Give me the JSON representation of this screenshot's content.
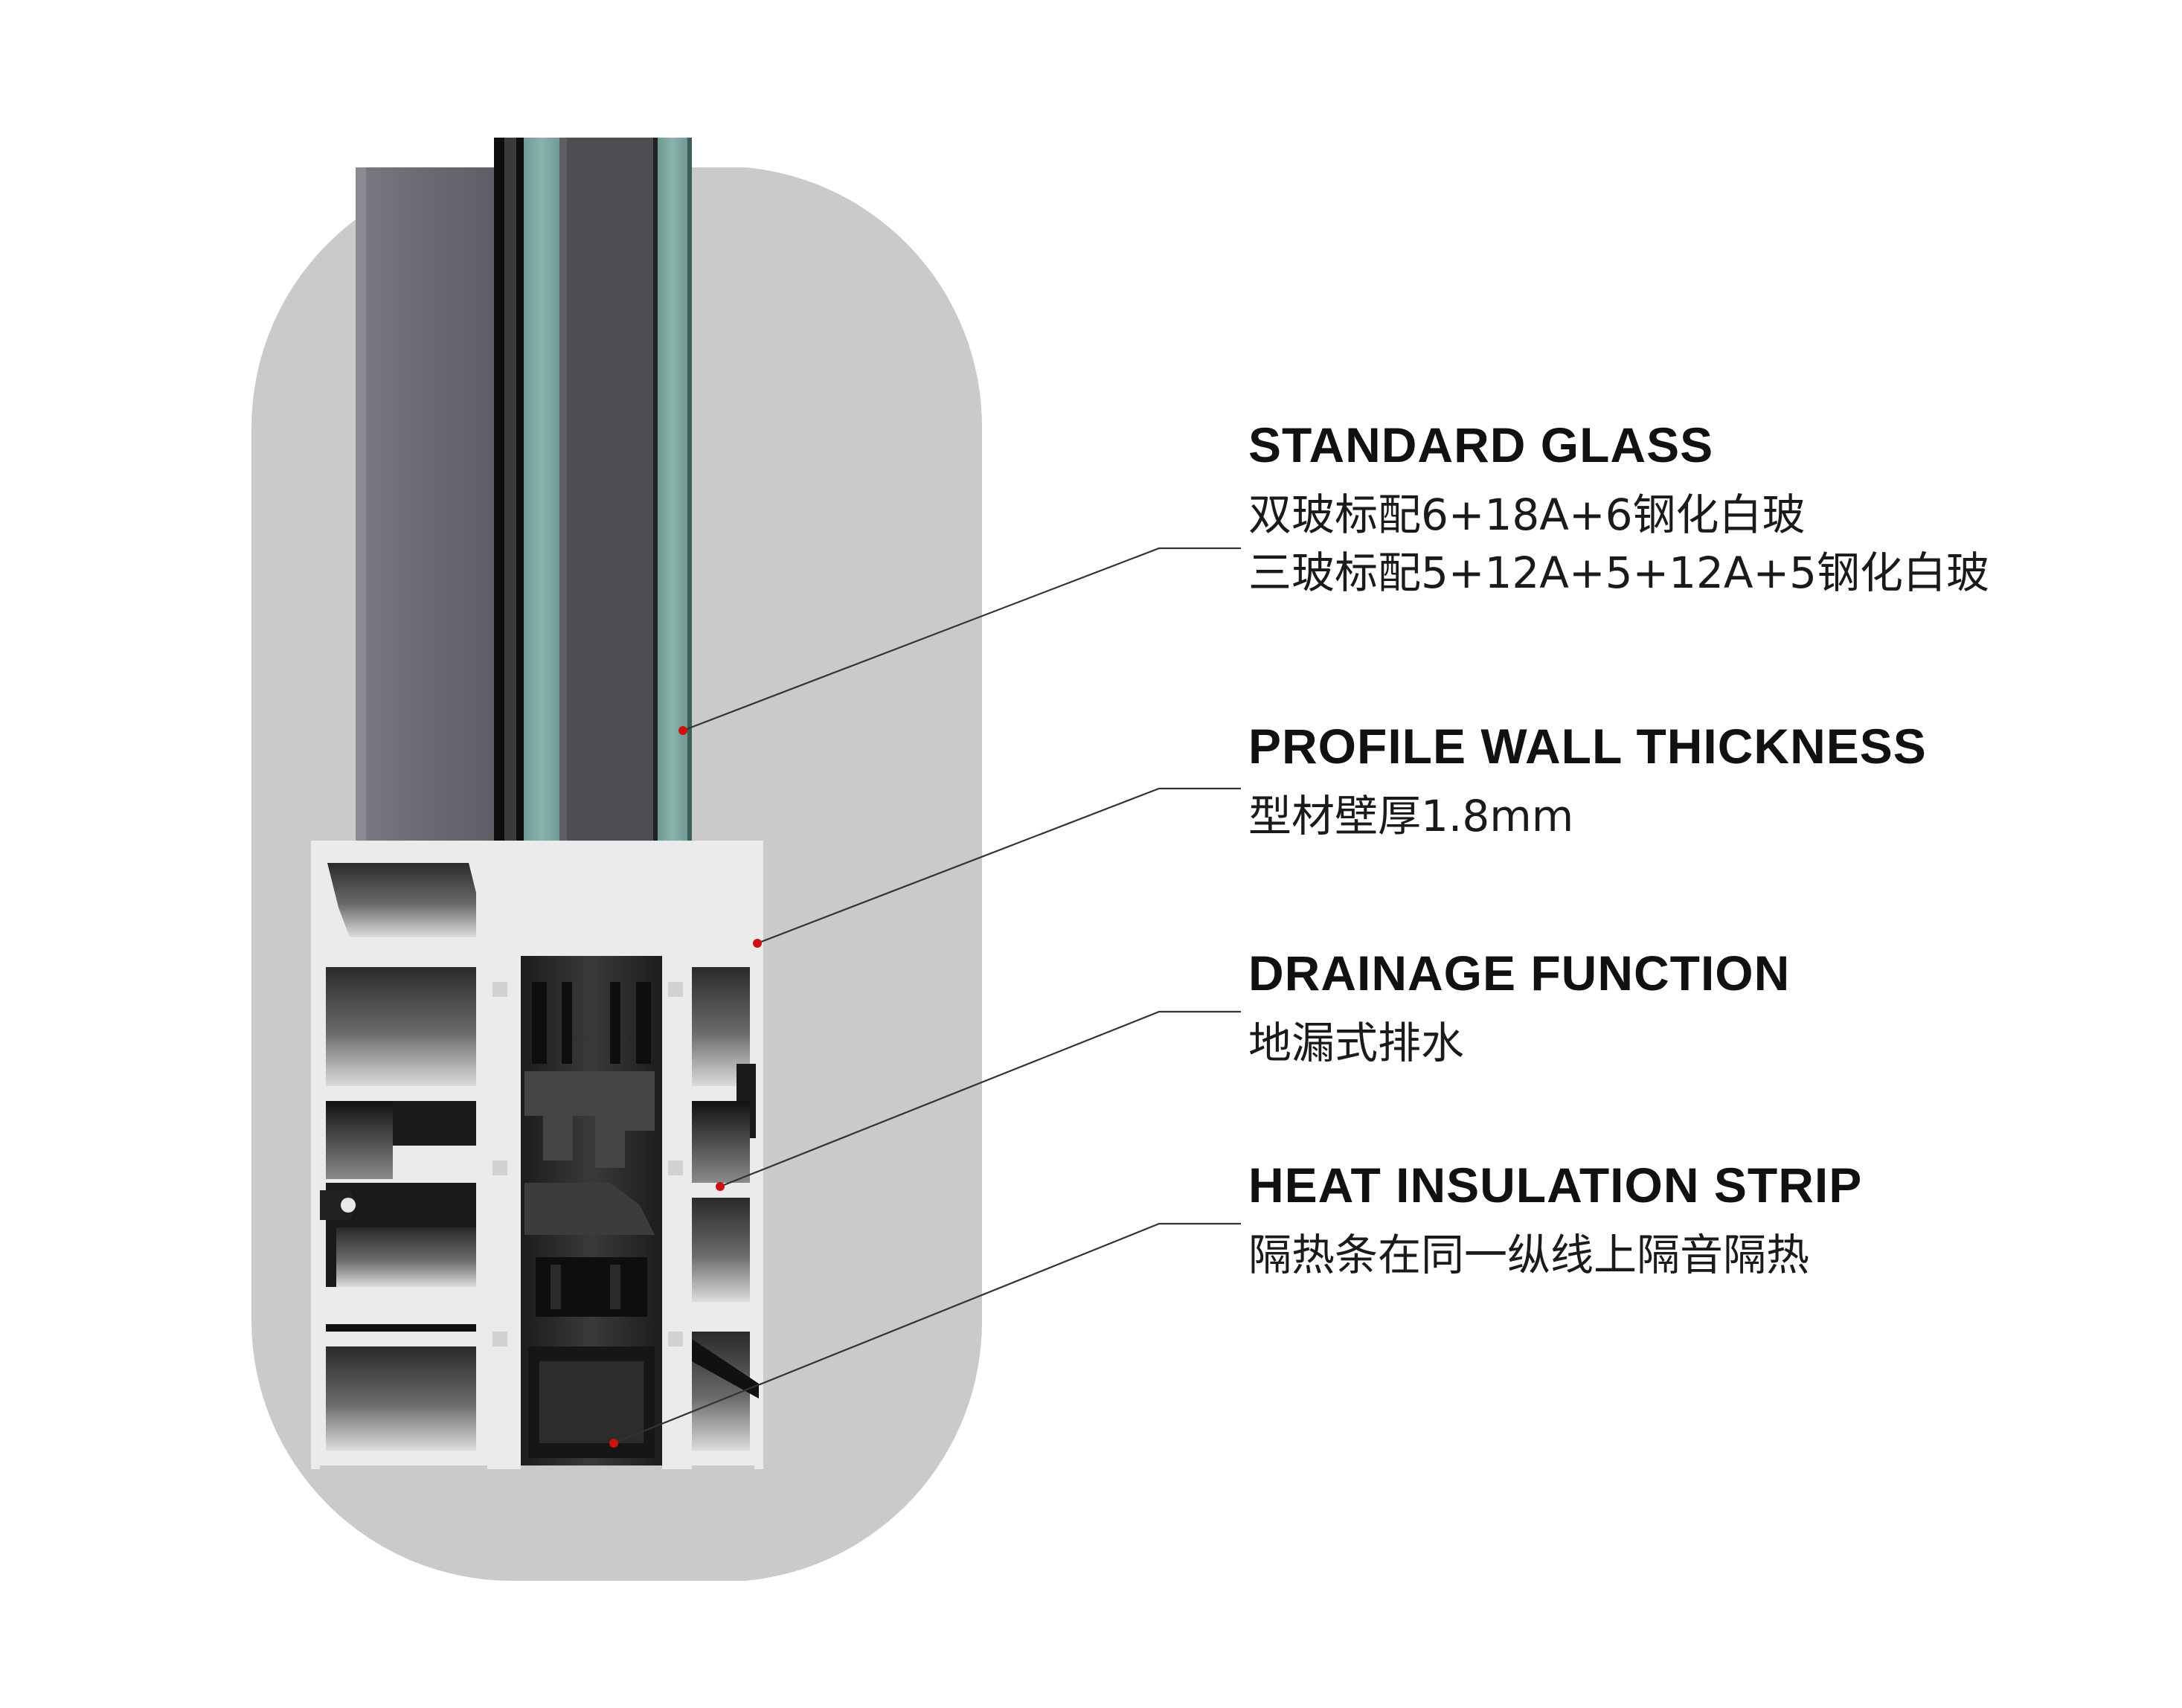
{
  "callouts": [
    {
      "title": "STANDARD GLASS",
      "lines": [
        "双玻标配6+18A+6钢化白玻",
        "三玻标配5+12A+5+12A+5钢化白玻"
      ]
    },
    {
      "title": "PROFILE WALL THICKNESS",
      "lines": [
        "型材壁厚1.8mm"
      ]
    },
    {
      "title": "DRAINAGE FUNCTION",
      "lines": [
        "地漏式排水"
      ]
    },
    {
      "title": "HEAT INSULATION STRIP",
      "lines": [
        "隔热条在同一纵线上隔音隔热"
      ]
    }
  ],
  "colors": {
    "background_panel": "#cacaca",
    "frame_gray": "#6c6c74",
    "glass_green": "#7fa8a0",
    "glass_dark": "#4e4e52",
    "profile_silver": "#e9e9e9",
    "marker_red": "#cc1111",
    "leader_line": "#333333"
  }
}
